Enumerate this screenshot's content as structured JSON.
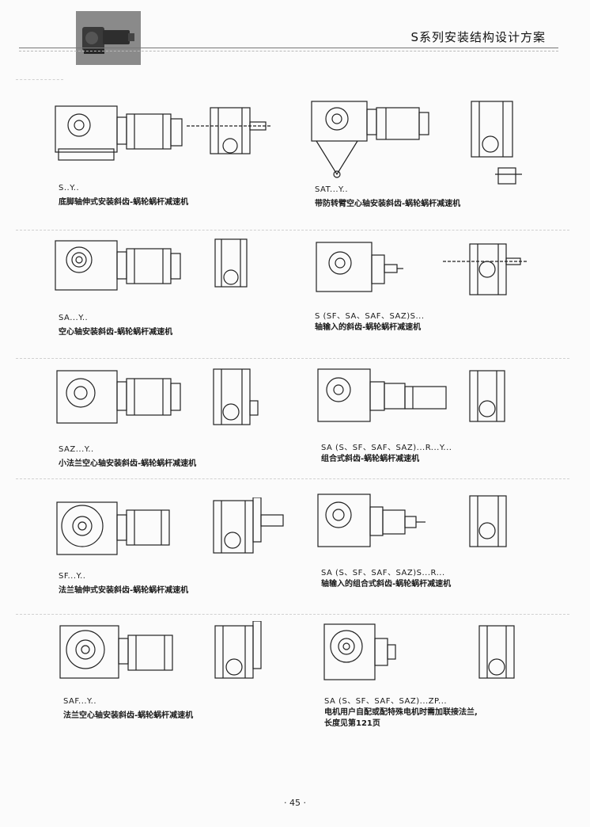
{
  "header": {
    "title": "S系列安装结构设计方案",
    "thumbnail_icon": "gear-motor-photo-icon"
  },
  "items": [
    {
      "code": "S..Y..",
      "description": "底脚轴伸式安装斜齿-蜗轮蜗杆减速机",
      "description2": ""
    },
    {
      "code": "SAT...Y..",
      "description": "带防转臂空心轴安装斜齿-蜗轮蜗杆减速机",
      "description2": ""
    },
    {
      "code": "SA...Y..",
      "description": "空心轴安装斜齿-蜗轮蜗杆减速机",
      "description2": ""
    },
    {
      "code": "S (SF、SA、SAF、SAZ)S...",
      "description": "轴输入的斜齿-蜗轮蜗杆减速机",
      "description2": ""
    },
    {
      "code": "SAZ...Y..",
      "description": "小法兰空心轴安装斜齿-蜗轮蜗杆减速机",
      "description2": ""
    },
    {
      "code": "SA (S、SF、SAF、SAZ)...R...Y...",
      "description": "组合式斜齿-蜗轮蜗杆减速机",
      "description2": ""
    },
    {
      "code": "SF...Y..",
      "description": "法兰轴伸式安装斜齿-蜗轮蜗杆减速机",
      "description2": ""
    },
    {
      "code": "SA (S、SF、SAF、SAZ)S...R...",
      "description": "轴输入的组合式斜齿-蜗轮蜗杆减速机",
      "description2": ""
    },
    {
      "code": "SAF...Y..",
      "description": "法兰空心轴安装斜齿-蜗轮蜗杆减速机",
      "description2": ""
    },
    {
      "code": "SA (S、SF、SAF、SAZ)...ZP...",
      "description": "电机用户自配或配特殊电机时需加联接法兰,",
      "description2": "长度见第121页"
    }
  ],
  "footer": {
    "page_number": "· 45 ·"
  }
}
